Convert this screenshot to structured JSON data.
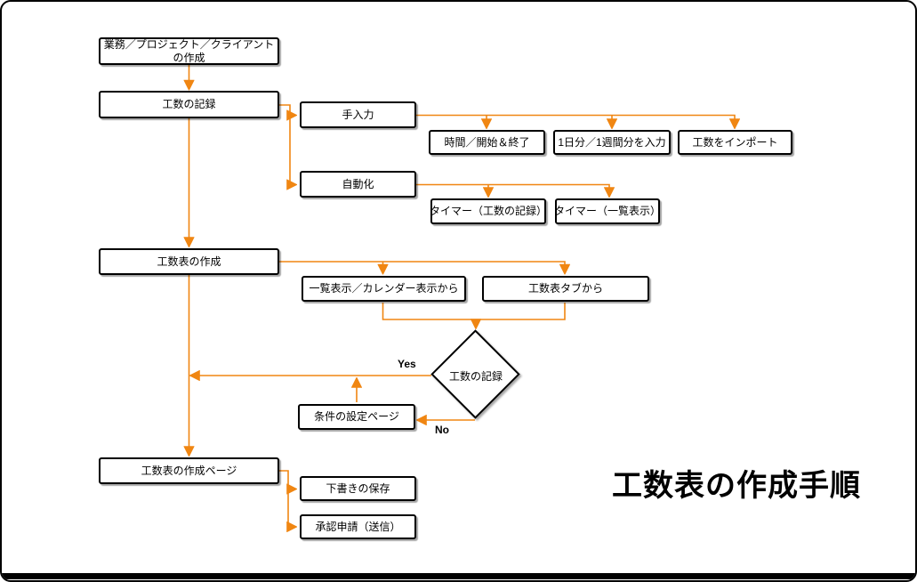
{
  "title": "工数表の作成手順",
  "colors": {
    "arrow": "#F08612",
    "node_fill": "#FFFFFF",
    "node_border": "#000000",
    "text": "#000000",
    "frame": "#000000"
  },
  "flowchart": {
    "nodes": {
      "create_project": {
        "label": "業務／プロジェクト／クライアント\nの作成"
      },
      "record_hours": {
        "label": "工数の記録"
      },
      "manual_input": {
        "label": "手入力"
      },
      "time_start_end": {
        "label": "時間／開始＆終了"
      },
      "day_week_input": {
        "label": "1日分／1週間分を入力"
      },
      "import_hours": {
        "label": "工数をインポート"
      },
      "automation": {
        "label": "自動化"
      },
      "timer_record": {
        "label": "タイマー（工数の記録）"
      },
      "timer_list": {
        "label": "タイマー（一覧表示）"
      },
      "create_timesheet": {
        "label": "工数表の作成"
      },
      "from_list_calendar": {
        "label": "一覧表示／カレンダー表示から"
      },
      "from_timesheet_tab": {
        "label": "工数表タブから"
      },
      "decision_record_hours": {
        "label": "工数の記録"
      },
      "condition_settings": {
        "label": "条件の設定ページ"
      },
      "create_timesheet_page": {
        "label": "工数表の作成ページ"
      },
      "save_draft": {
        "label": "下書きの保存"
      },
      "approval_request": {
        "label": "承認申請（送信）"
      }
    },
    "edge_labels": {
      "yes": "Yes",
      "no": "No"
    }
  }
}
